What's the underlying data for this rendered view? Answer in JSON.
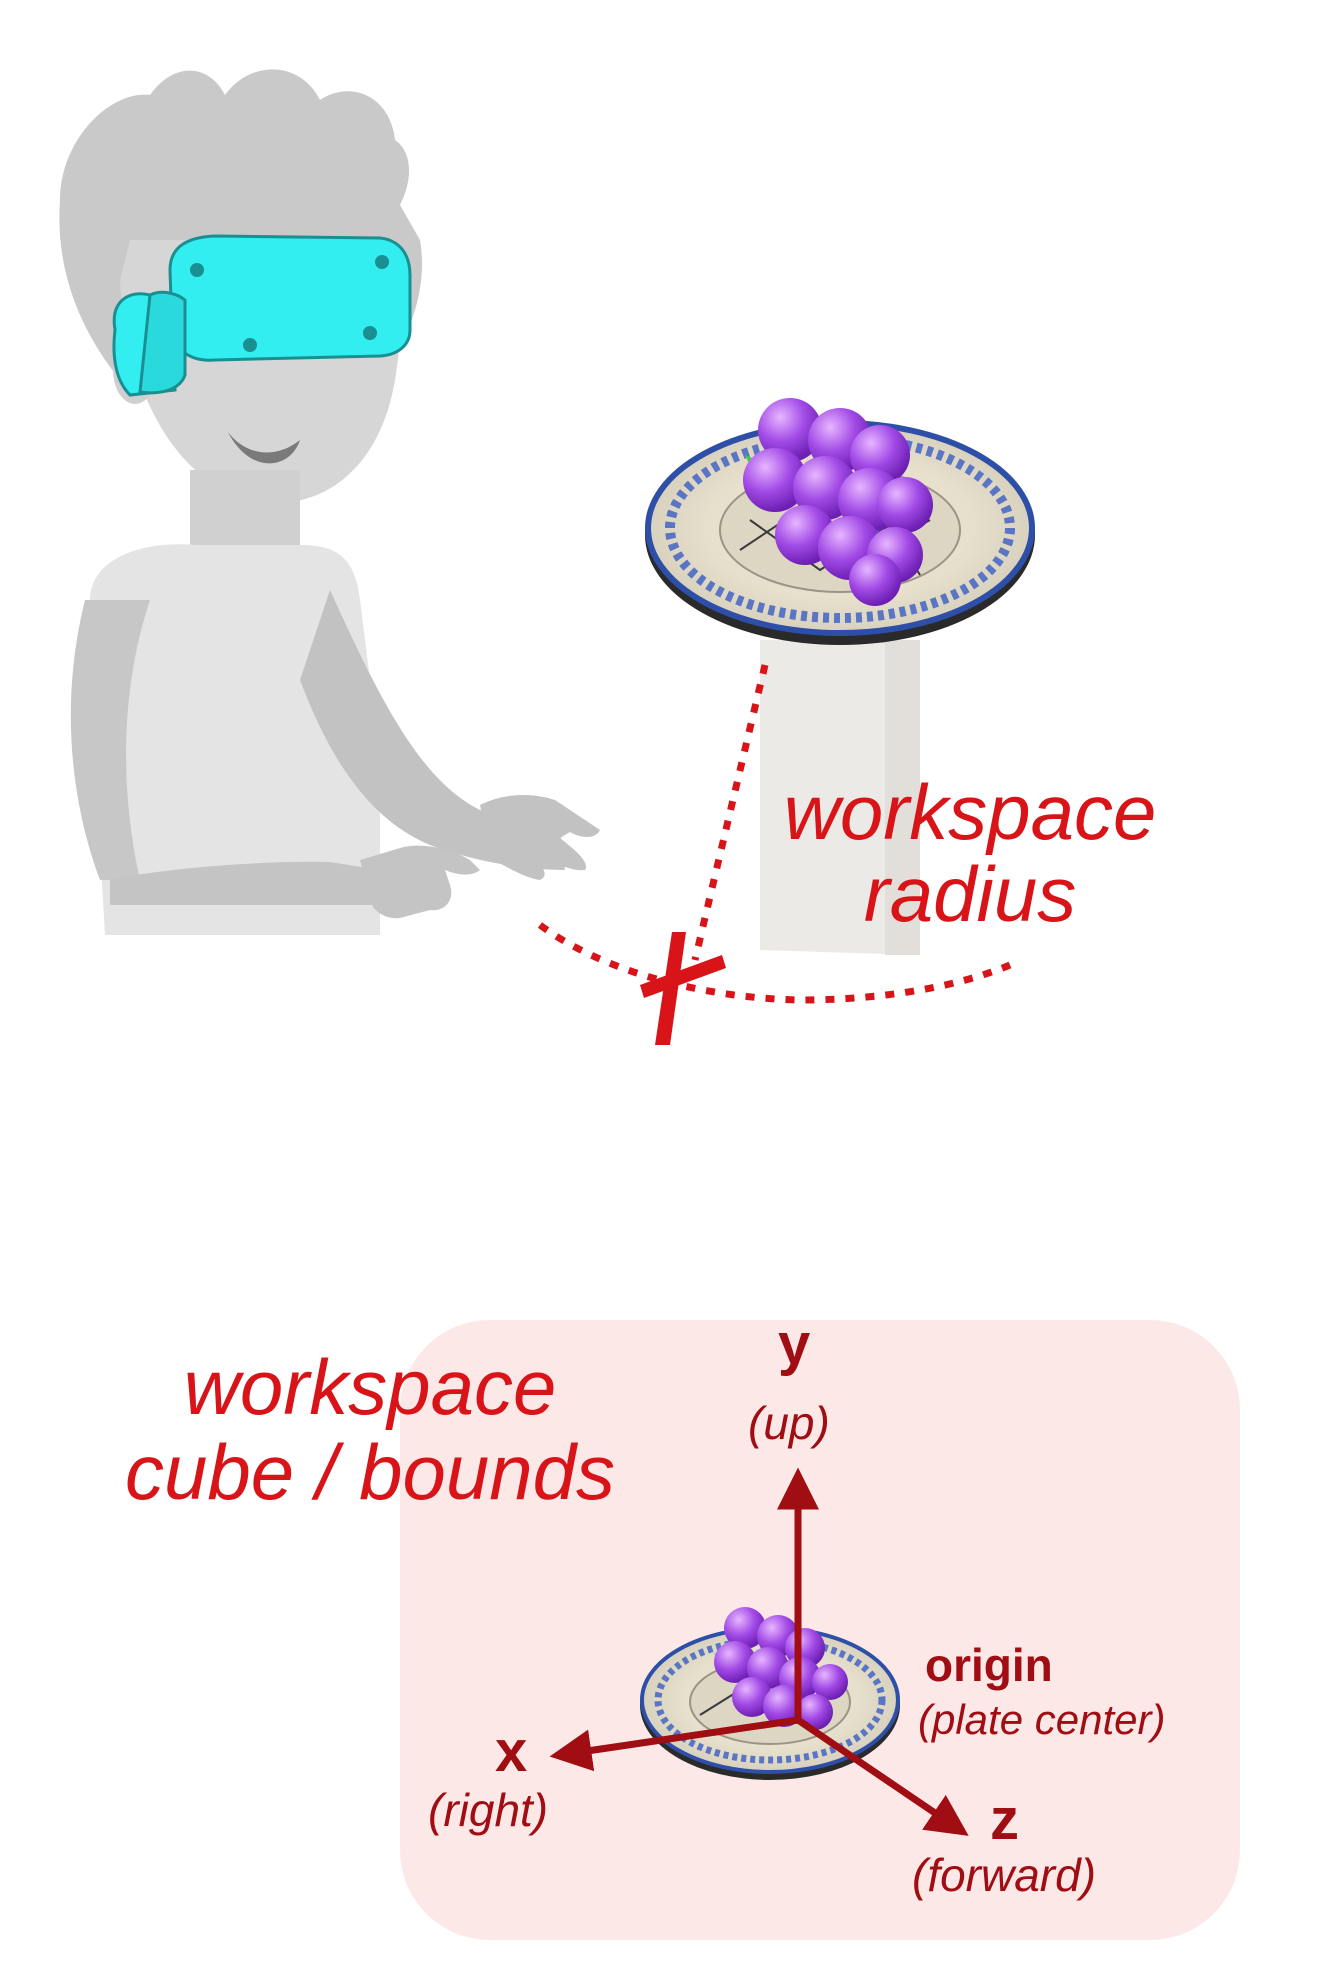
{
  "labels": {
    "workspace_radius_line1": "workspace",
    "workspace_radius_line2": "radius",
    "workspace_cube_line1": "workspace",
    "workspace_cube_line2": "cube / bounds",
    "axis_y": "y",
    "axis_y_sub": "(up)",
    "axis_x": "x",
    "axis_x_sub": "(right)",
    "axis_z": "z",
    "axis_z_sub": "(forward)",
    "origin": "origin",
    "origin_sub": "(plate center)"
  },
  "colors": {
    "accent_red": "#d81418",
    "axis_dark_red": "#a00d12",
    "headset_cyan": "#33eef0",
    "person_gray": "#c9c9c9",
    "bounds_fill": "#fde8e8",
    "grape_purple": "#a24ae6"
  },
  "icons": [
    "person-with-vr-headset",
    "plate-with-grapes",
    "pedestal",
    "cross-marker"
  ]
}
